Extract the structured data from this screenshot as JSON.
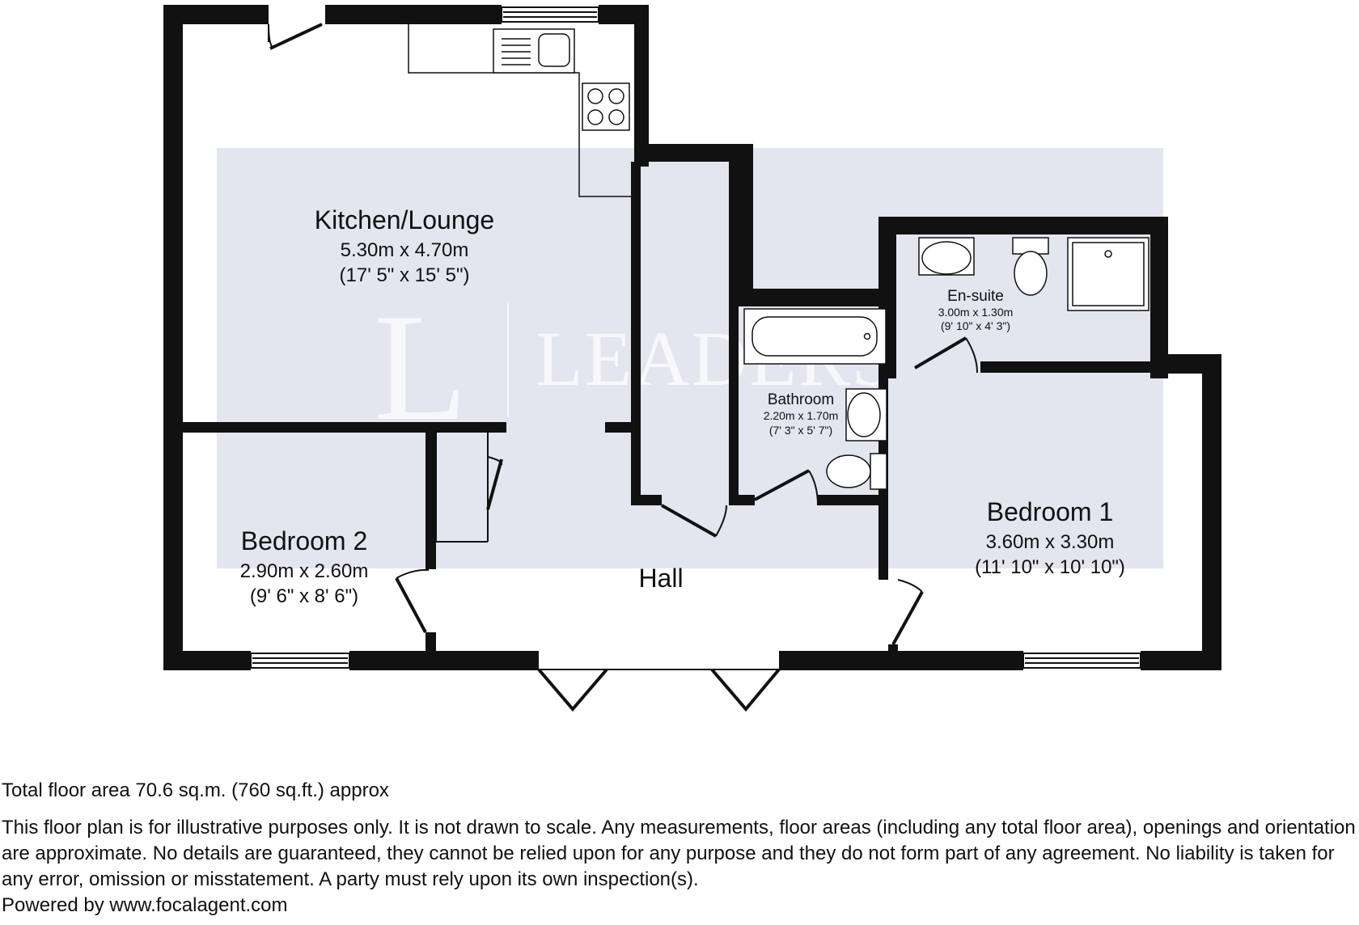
{
  "watermark": {
    "logo_letter": "L",
    "brand": "LEADERS"
  },
  "rooms": {
    "kitchen": {
      "name": "Kitchen/Lounge",
      "metric": "5.30m x 4.70m",
      "imperial": "(17' 5\" x 15' 5\")"
    },
    "bedroom2": {
      "name": "Bedroom 2",
      "metric": "2.90m x 2.60m",
      "imperial": "(9' 6\" x 8' 6\")"
    },
    "hall": {
      "name": "Hall"
    },
    "bathroom": {
      "name": "Bathroom",
      "metric": "2.20m x 1.70m",
      "imperial": "(7' 3\" x 5' 7\")"
    },
    "ensuite": {
      "name": "En-suite",
      "metric": "3.00m x 1.30m",
      "imperial": "(9' 10\" x 4' 3\")"
    },
    "bedroom1": {
      "name": "Bedroom 1",
      "metric": "3.60m x 3.30m",
      "imperial": "(11' 10\" x 10' 10\")"
    }
  },
  "footer": {
    "total_area": "Total floor area 70.6 sq.m. (760 sq.ft.) approx",
    "disclaimer": "This floor plan is for illustrative purposes only. It is not drawn to scale. Any measurements, floor areas (including any total floor area), openings and orientation are approximate. No details are guaranteed, they cannot be relied upon for any purpose and they do not form part of any agreement. No liability is taken for any error, omission or misstatement. A party must rely upon its own inspection(s).",
    "powered_by": "Powered by www.focalagent.com"
  },
  "colors": {
    "wall": "#111111",
    "watermark_band": "#e3e5ef",
    "background": "#ffffff"
  }
}
